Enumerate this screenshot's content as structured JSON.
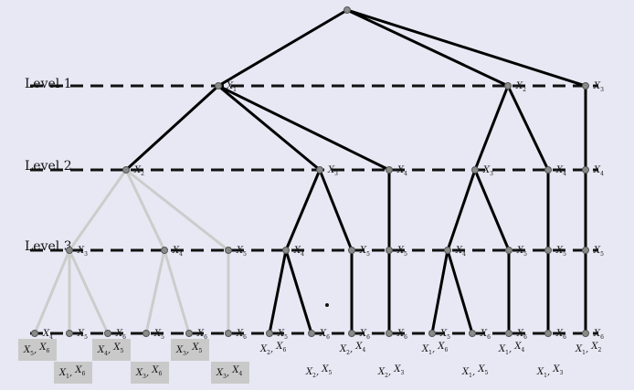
{
  "levels": [
    "Level 1",
    "Level 2",
    "Level 3"
  ],
  "colors": {
    "background": "#e8e8f4",
    "active_edge": "#000000",
    "pruned_edge": "#cccccc",
    "node": "#8a8a8a",
    "box": "#c9c9c9"
  },
  "nodes": {
    "L1": [
      {
        "v": "X",
        "s": "1"
      },
      {
        "v": "X",
        "s": "2"
      },
      {
        "v": "X",
        "s": "3"
      }
    ],
    "L2": [
      {
        "v": "X",
        "s": "2"
      },
      {
        "v": "X",
        "s": "3"
      },
      {
        "v": "X",
        "s": "4"
      },
      {
        "v": "X",
        "s": "3"
      },
      {
        "v": "X",
        "s": "4"
      },
      {
        "v": "X",
        "s": "4"
      }
    ],
    "L3": [
      {
        "v": "X",
        "s": "3"
      },
      {
        "v": "X",
        "s": "4"
      },
      {
        "v": "X",
        "s": "5"
      },
      {
        "v": "X",
        "s": "4"
      },
      {
        "v": "X",
        "s": "5"
      },
      {
        "v": "X",
        "s": "5"
      },
      {
        "v": "X",
        "s": "4"
      },
      {
        "v": "X",
        "s": "5"
      },
      {
        "v": "X",
        "s": "5"
      },
      {
        "v": "X",
        "s": "5"
      }
    ],
    "L4": [
      {
        "v": "X",
        "s": "4"
      },
      {
        "v": "X",
        "s": "5"
      },
      {
        "v": "X",
        "s": "6"
      },
      {
        "v": "X",
        "s": "5"
      },
      {
        "v": "X",
        "s": "6"
      },
      {
        "v": "X",
        "s": "6"
      },
      {
        "v": "X",
        "s": "5"
      },
      {
        "v": "X",
        "s": "6"
      },
      {
        "v": "X",
        "s": "6"
      },
      {
        "v": "X",
        "s": "6"
      },
      {
        "v": "X",
        "s": "5"
      },
      {
        "v": "X",
        "s": "6"
      },
      {
        "v": "X",
        "s": "6"
      },
      {
        "v": "X",
        "s": "6"
      },
      {
        "v": "X",
        "s": "6"
      }
    ]
  },
  "leaf_pairs": [
    [
      {
        "v": "X",
        "s": "5"
      },
      {
        "v": "X",
        "s": "6"
      }
    ],
    [
      {
        "v": "X",
        "s": "1"
      },
      {
        "v": "X",
        "s": "6"
      }
    ],
    [
      {
        "v": "X",
        "s": "4"
      },
      {
        "v": "X",
        "s": "5"
      }
    ],
    [
      {
        "v": "X",
        "s": "3"
      },
      {
        "v": "X",
        "s": "6"
      }
    ],
    [
      {
        "v": "X",
        "s": "3"
      },
      {
        "v": "X",
        "s": "5"
      }
    ],
    [
      {
        "v": "X",
        "s": "3"
      },
      {
        "v": "X",
        "s": "4"
      }
    ],
    [
      {
        "v": "X",
        "s": "2"
      },
      {
        "v": "X",
        "s": "6"
      }
    ],
    [
      {
        "v": "X",
        "s": "2"
      },
      {
        "v": "X",
        "s": "5"
      }
    ],
    [
      {
        "v": "X",
        "s": "2"
      },
      {
        "v": "X",
        "s": "4"
      }
    ],
    [
      {
        "v": "X",
        "s": "2"
      },
      {
        "v": "X",
        "s": "3"
      }
    ],
    [
      {
        "v": "X",
        "s": "1"
      },
      {
        "v": "X",
        "s": "6"
      }
    ],
    [
      {
        "v": "X",
        "s": "1"
      },
      {
        "v": "X",
        "s": "5"
      }
    ],
    [
      {
        "v": "X",
        "s": "1"
      },
      {
        "v": "X",
        "s": "4"
      }
    ],
    [
      {
        "v": "X",
        "s": "1"
      },
      {
        "v": "X",
        "s": "3"
      }
    ],
    [
      {
        "v": "X",
        "s": "1"
      },
      {
        "v": "X",
        "s": "2"
      }
    ]
  ]
}
